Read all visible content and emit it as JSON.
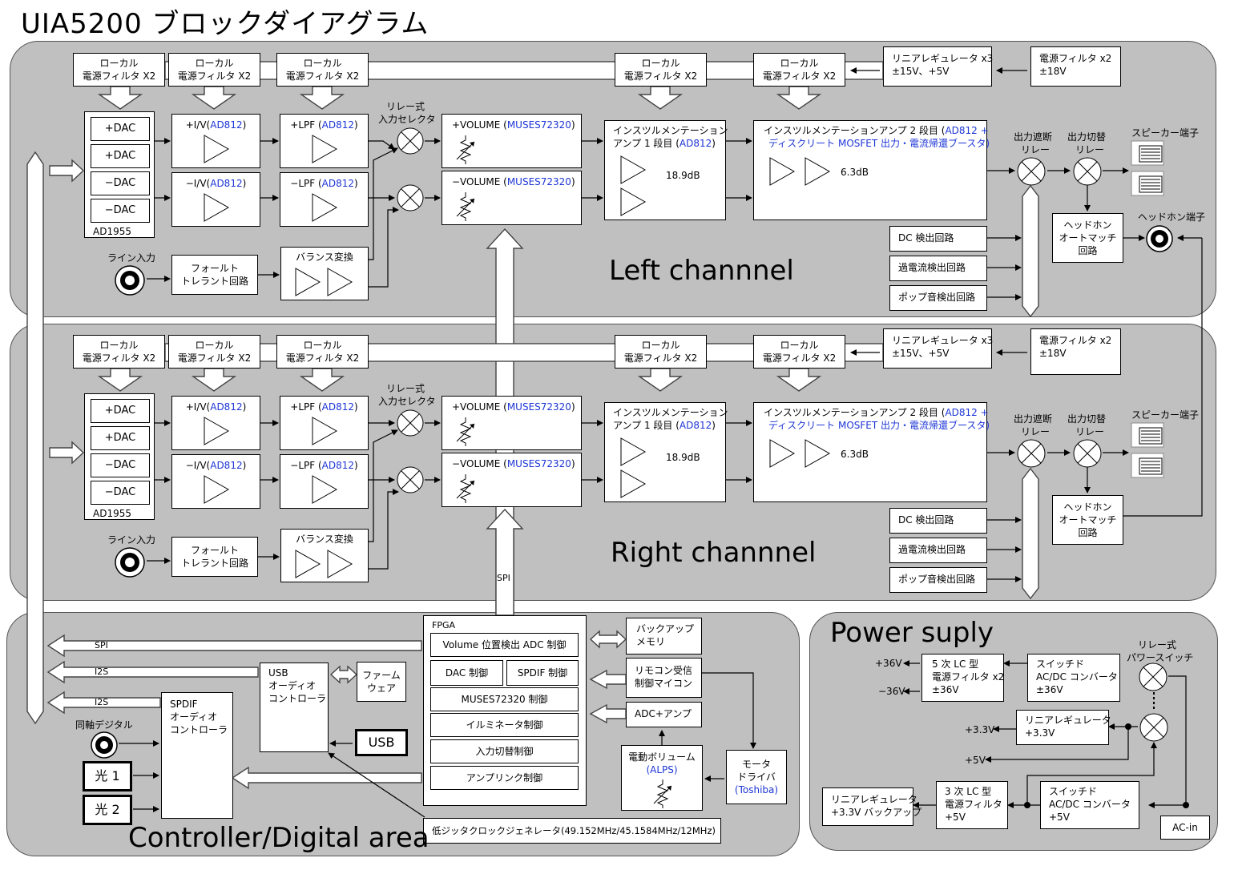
{
  "title": "UIA5200 ブロックダイアグラム",
  "colors": {
    "panel": "#c0c0c0",
    "link": "#1d35d6"
  },
  "common": {
    "local_l1": "ローカル",
    "local_l2": "電源フィルタ X2",
    "reg_l1": "リニアレギュレータ x3",
    "reg_l2": "±15V、+5V",
    "psf_l1": "電源フィルタ x2",
    "psf_l2": "±18V",
    "dac_plus": "+DAC",
    "dac_minus": "−DAC",
    "ad1955": "AD1955",
    "iv_plus": "+I/V(",
    "iv_minus": "−I/V(",
    "ad812": "AD812",
    "close_paren": ")",
    "lpf_plus": "+LPF (",
    "lpf_minus": "−LPF (",
    "selector_l1": "リレー式",
    "selector_l2": "入力セレクタ",
    "vol_plus": "+VOLUME (",
    "vol_minus": "−VOLUME (",
    "muses": "MUSES72320",
    "line_in": "ライン入力",
    "fault_l1": "フォールト",
    "fault_l2": "トレラント回路",
    "balance": "バランス変換",
    "inst1_l1": "インスツルメンテーション",
    "inst1_l2": "アンプ 1 段目 (",
    "gain1": "18.9dB",
    "inst2_l1": "インスツルメンテーションアンプ 2 段目 (",
    "plus": " +",
    "inst2_l2": "ディスクリート MOSFET 出力・電流帰還ブースタ)",
    "gain2": "6.3dB",
    "relay_cut_l1": "出力遮断",
    "relay_cut_l2": "リレー",
    "relay_sw_l1": "出力切替",
    "relay_sw_l2": "リレー",
    "speaker": "スピーカー端子",
    "dc_detect": "DC 検出回路",
    "overcurrent": "過電流検出回路",
    "pop": "ポップ音検出回路",
    "hp_l1": "ヘッドホン",
    "hp_l2": "オートマッチ",
    "hp_l3": "回路",
    "hp_terminal": "ヘッドホン端子"
  },
  "left_channel": {
    "label": "Left channnel"
  },
  "right_channel": {
    "label": "Right channnel"
  },
  "controller": {
    "label": "Controller/Digital area",
    "spi": "SPI",
    "spi_up": "SPI",
    "i2s_1": "I2S",
    "i2s_2": "I2S",
    "fpga": "FPGA",
    "fpga_items": [
      "Volume 位置検出 ADC 制御",
      "DAC 制御",
      "SPDIF 制御",
      "MUSES72320 制御",
      "イルミネータ制御",
      "入力切替制御",
      "アンプリンク制御"
    ],
    "usb_ctrl": [
      "USB",
      "オーディオ",
      "コントローラ"
    ],
    "firmware": [
      "ファーム",
      "ウェア"
    ],
    "usb": "USB",
    "spdif_ctrl": [
      "SPDIF",
      "オーディオ",
      "コントローラ"
    ],
    "coax": "同軸デジタル",
    "opt1": "光 1",
    "opt2": "光 2",
    "backup_mem": [
      "バックアップ",
      "メモリ"
    ],
    "remote": [
      "リモコン受信",
      "制御マイコン"
    ],
    "adc_amp": "ADC+アンプ",
    "motor_vol": "電動ボリューム",
    "alps": "ALPS",
    "motor_driver": [
      "モータ",
      "ドライバ"
    ],
    "toshiba": "Toshiba",
    "clock": "低ジッタクロックジェネレータ(49.152MHz/45.1584MHz/12MHz)"
  },
  "power": {
    "label": "Power suply",
    "relay_power": [
      "リレー式",
      "パワースイッチ"
    ],
    "p36": "+36V",
    "m36": "−36V",
    "lc5": [
      "5 次 LC 型",
      "電源フィルタ x2",
      "±36V"
    ],
    "sw36": [
      "スイッチド",
      "AC/DC コンバータ",
      "±36V"
    ],
    "p33": "+3.3V",
    "reg33": [
      "リニアレギュレータ",
      "+3.3V"
    ],
    "p5": "+5V",
    "lc3": [
      "3 次 LC 型",
      "電源フィルタ",
      "+5V"
    ],
    "sw5": [
      "スイッチド",
      "AC/DC コンバータ",
      "+5V"
    ],
    "reg33b": [
      "リニアレギュレータ",
      "+3.3V バックアップ"
    ],
    "acin": "AC-in"
  }
}
